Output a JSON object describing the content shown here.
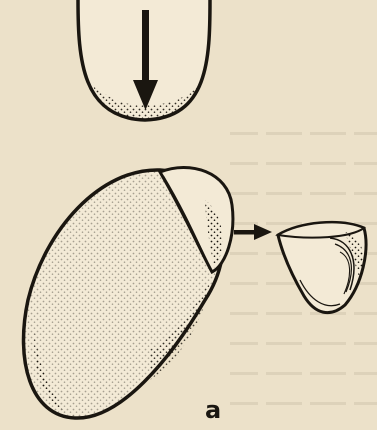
{
  "figure": {
    "panel_label": "a",
    "elements": [
      {
        "name": "tooth-tip",
        "description_icon": "rounded-tip-icon"
      },
      {
        "name": "downward-arrow",
        "description_icon": "arrow-down-icon"
      },
      {
        "name": "seed-body",
        "description_icon": "oval-seed-icon"
      },
      {
        "name": "cap-fragment",
        "description_icon": "cap-fragment-icon"
      },
      {
        "name": "right-arrow",
        "description_icon": "arrow-right-icon"
      },
      {
        "name": "detached-cap",
        "description_icon": "cup-shell-icon"
      }
    ],
    "colors": {
      "paper": "#ece1c9",
      "ink": "#1a1610",
      "faded_text": "#c9bea7"
    }
  }
}
